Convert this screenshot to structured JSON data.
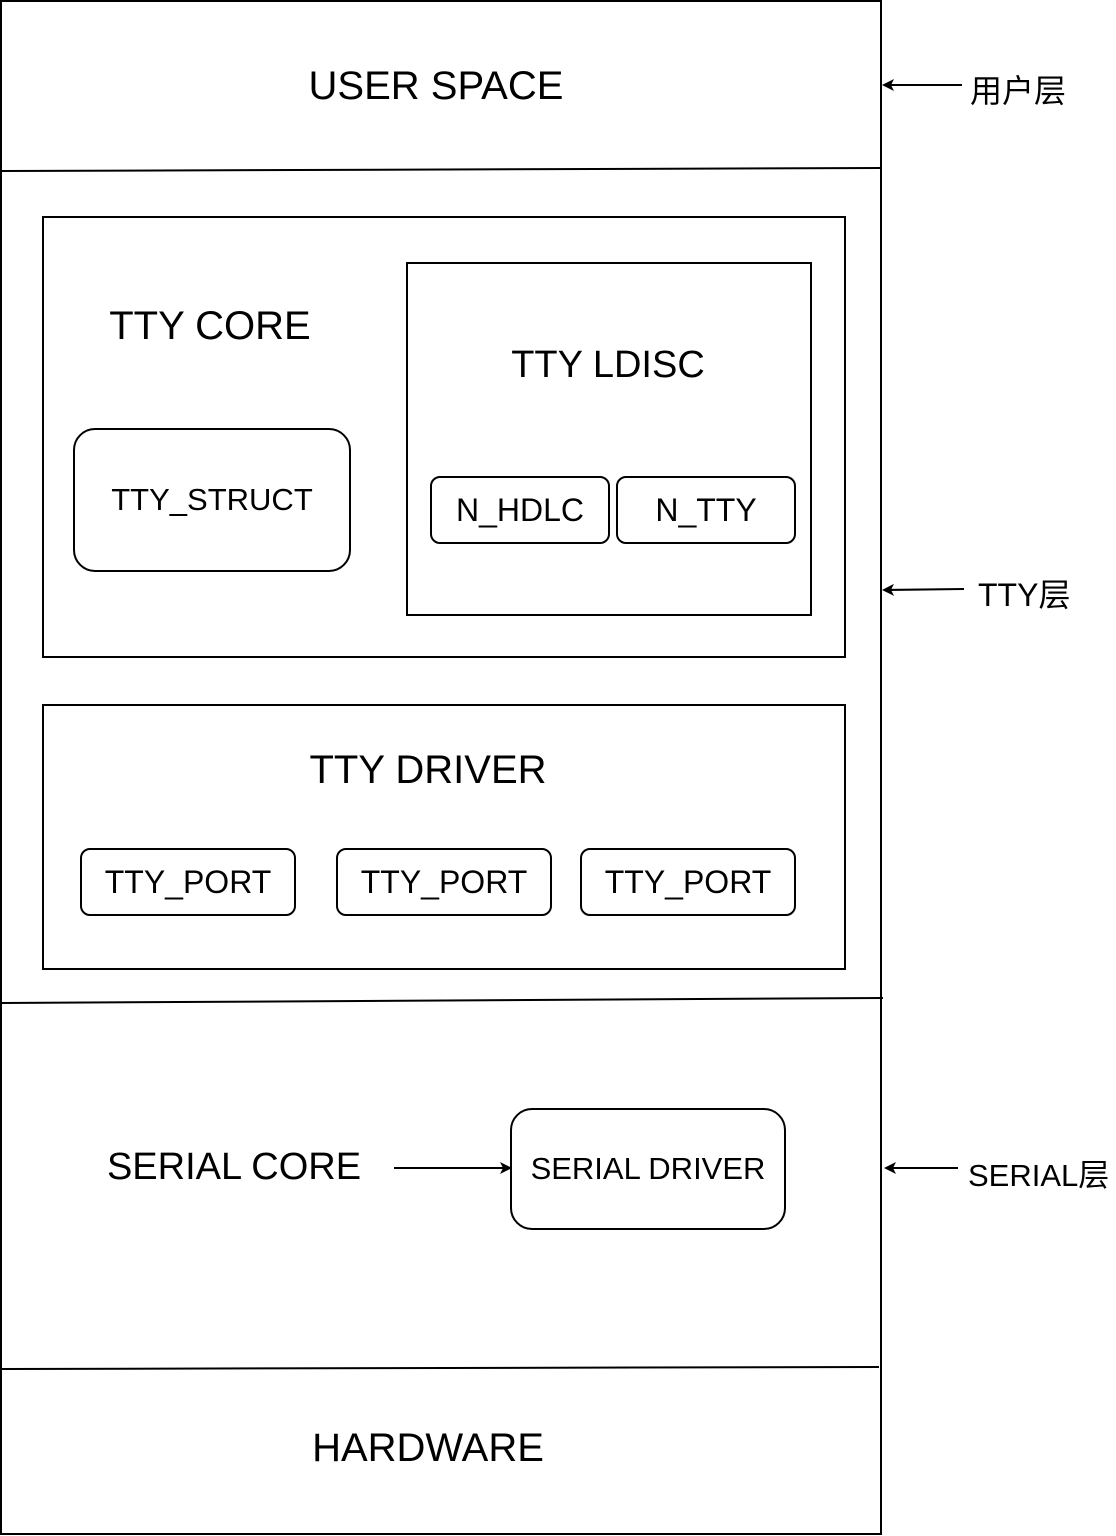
{
  "layers": {
    "user_space": "USER SPACE",
    "hardware": "HARDWARE"
  },
  "tty_core": {
    "title": "TTY CORE",
    "tty_struct": "TTY_STRUCT"
  },
  "tty_ldisc": {
    "title": "TTY LDISC",
    "items": [
      "N_HDLC",
      "N_TTY"
    ]
  },
  "tty_driver": {
    "title": "TTY DRIVER",
    "ports": [
      "TTY_PORT",
      "TTY_PORT",
      "TTY_PORT"
    ]
  },
  "serial": {
    "core": "SERIAL CORE",
    "driver": "SERIAL DRIVER"
  },
  "side_labels": {
    "user": "用户层",
    "tty": "TTY层",
    "serial": "SERIAL层"
  }
}
